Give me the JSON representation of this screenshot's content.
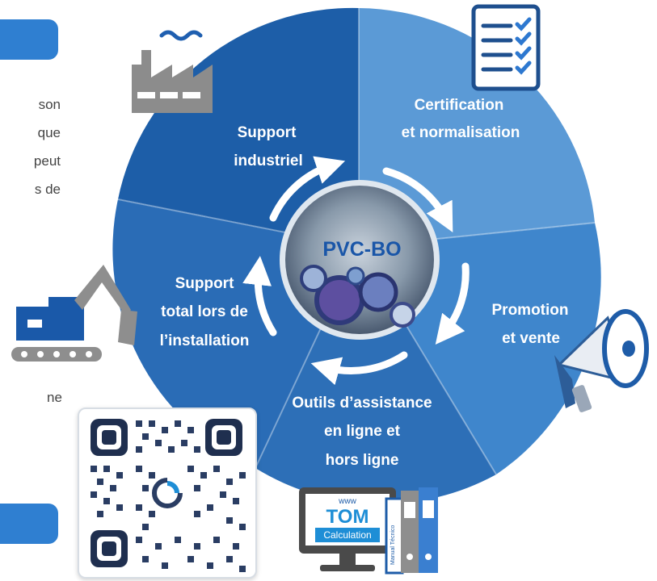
{
  "left_text_fragments": [
    "son",
    "que",
    "peut",
    "s de"
  ],
  "left_text_fragment_bottom": "ne",
  "center": {
    "label": "PVC-BO"
  },
  "segments": [
    {
      "id": "industrial",
      "line1": "Support",
      "line2": "industriel",
      "icon": "factory-icon"
    },
    {
      "id": "certification",
      "line1": "Certification",
      "line2": "et normalisation",
      "icon": "checklist-icon"
    },
    {
      "id": "promotion",
      "line1": "Promotion",
      "line2": "et vente",
      "icon": "megaphone-icon"
    },
    {
      "id": "tools",
      "line1": "Outils d’assistance",
      "line2": "en ligne et",
      "line3": "hors ligne",
      "icon": "computer-icon"
    },
    {
      "id": "installation",
      "line1": "Support",
      "line2": "total lors de",
      "line3": "l’installation",
      "icon": "excavator-icon"
    }
  ],
  "computer_icon": {
    "www": "www",
    "logo": "TOM",
    "sub": "Calculation",
    "binder_text": "Manual Técnico"
  },
  "colors": {
    "seg_industrial": "#1d5ea8",
    "seg_certification": "#5b9ad6",
    "seg_promotion": "#3f86cc",
    "seg_tools": "#2d6fb7",
    "seg_installation": "#2a6cb6",
    "tab": "#2f7fd1"
  }
}
